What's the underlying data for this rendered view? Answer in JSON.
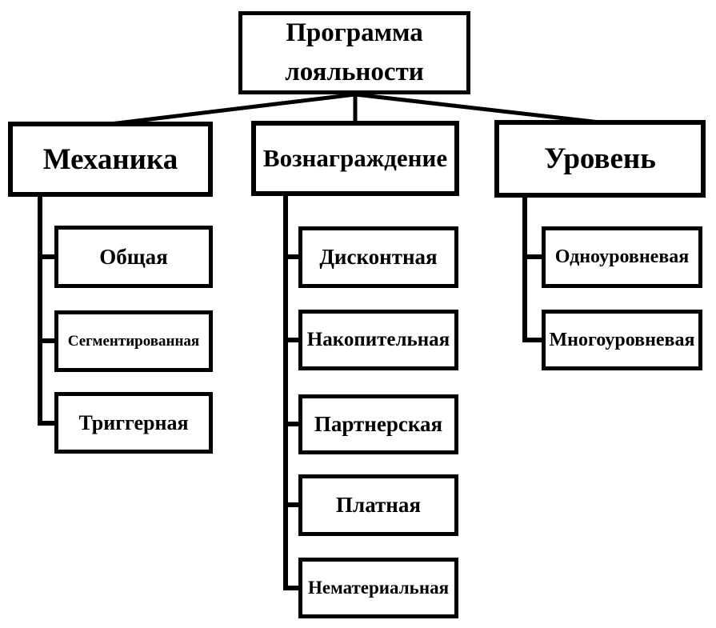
{
  "diagram": {
    "title": "Программа лояльности",
    "root": {
      "label": "Программа лояльности"
    },
    "branches": [
      {
        "label": "Механика",
        "children": [
          {
            "label": "Общая"
          },
          {
            "label": "Сегментированная"
          },
          {
            "label": "Триггерная"
          }
        ]
      },
      {
        "label": "Вознаграждение",
        "children": [
          {
            "label": "Дисконтная"
          },
          {
            "label": "Накопительная"
          },
          {
            "label": "Партнерская"
          },
          {
            "label": "Платная"
          },
          {
            "label": "Нематериальная"
          }
        ]
      },
      {
        "label": "Уровень",
        "children": [
          {
            "label": "Одноуровневая"
          },
          {
            "label": "Многоуровневая"
          }
        ]
      }
    ],
    "colors": {
      "background": "#ffffff",
      "box_border": "#000000",
      "line": "#000000",
      "text": "#000000"
    }
  }
}
